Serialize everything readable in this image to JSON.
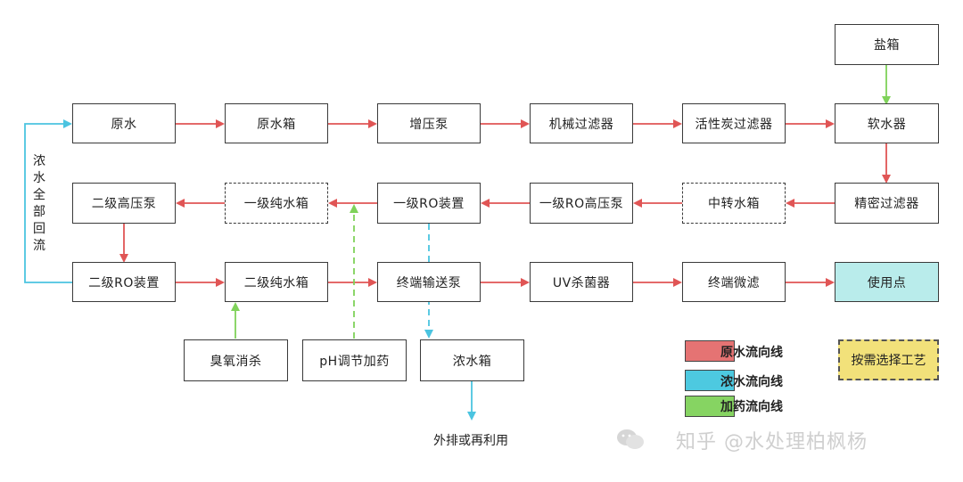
{
  "nodes": {
    "salt_tank": "盐箱",
    "raw_water": "原水",
    "raw_water_tank": "原水箱",
    "booster_pump": "增压泵",
    "mech_filter": "机械过滤器",
    "carbon_filter": "活性炭过滤器",
    "softener": "软水器",
    "secondary_hp_pump": "二级高压泵",
    "primary_pure_tank": "一级纯水箱",
    "primary_ro": "一级RO装置",
    "primary_ro_hp_pump": "一级RO高压泵",
    "transfer_tank": "中转水箱",
    "precision_filter": "精密过滤器",
    "secondary_ro": "二级RO装置",
    "secondary_pure_tank": "二级纯水箱",
    "terminal_pump": "终端输送泵",
    "uv_sterilizer": "UV杀菌器",
    "terminal_micro_filter": "终端微滤",
    "point_of_use": "使用点",
    "ozone": "臭氧消杀",
    "ph_dosing": "pH调节加药",
    "concentrate_tank": "浓水箱"
  },
  "labels": {
    "reflux": "浓水全部回流",
    "discharge": "外排或再利用"
  },
  "legend": {
    "raw_line": "原水流向线",
    "concentrate_line": "浓水流向线",
    "dosing_line": "加药流向线",
    "on_demand": "按需选择工艺"
  },
  "colors": {
    "raw_line": "#e05555",
    "concentrate_line": "#4bc4e0",
    "dosing_line": "#7fd25a",
    "raw_swatch": "#e57373",
    "concentrate_swatch": "#4dc9e0",
    "dosing_swatch": "#86d462",
    "point_of_use_fill": "#b9eceb",
    "on_demand_fill": "#f2e17a"
  },
  "watermark": "知乎 @水处理柏枫杨"
}
